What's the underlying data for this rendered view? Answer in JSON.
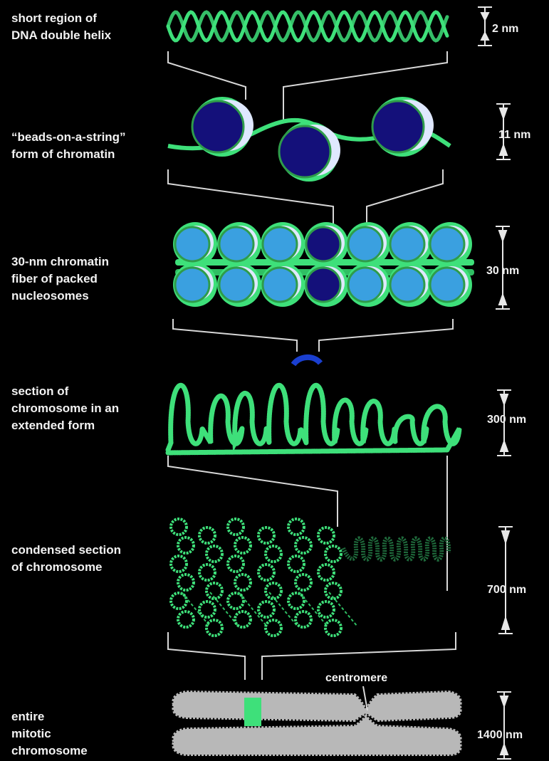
{
  "levels": [
    {
      "label": "short region of\nDNA double helix",
      "scale": "2 nm"
    },
    {
      "label": "“beads-on-a-string”\nform of chromatin",
      "scale": "11 nm"
    },
    {
      "label": "30-nm chromatin\nfiber of packed\nnucleosomes",
      "scale": "30 nm"
    },
    {
      "label": "section of\nchromosome in an\nextended form",
      "scale": "300 nm"
    },
    {
      "label": "condensed section\nof chromosome",
      "scale": "700 nm"
    },
    {
      "label": "entire\nmitotic\nchromosome",
      "scale": "1400 nm"
    }
  ],
  "callouts": {
    "centromere": "centromere"
  },
  "colors": {
    "background": "#000000",
    "dna_green": "#3ee07a",
    "histone_dark": "#14107a",
    "histone_light": "#3aa0e0",
    "chromosome_gray": "#b8b8b8",
    "highlight_blue": "#1a3fd0",
    "connector": "#d8d8d8"
  }
}
